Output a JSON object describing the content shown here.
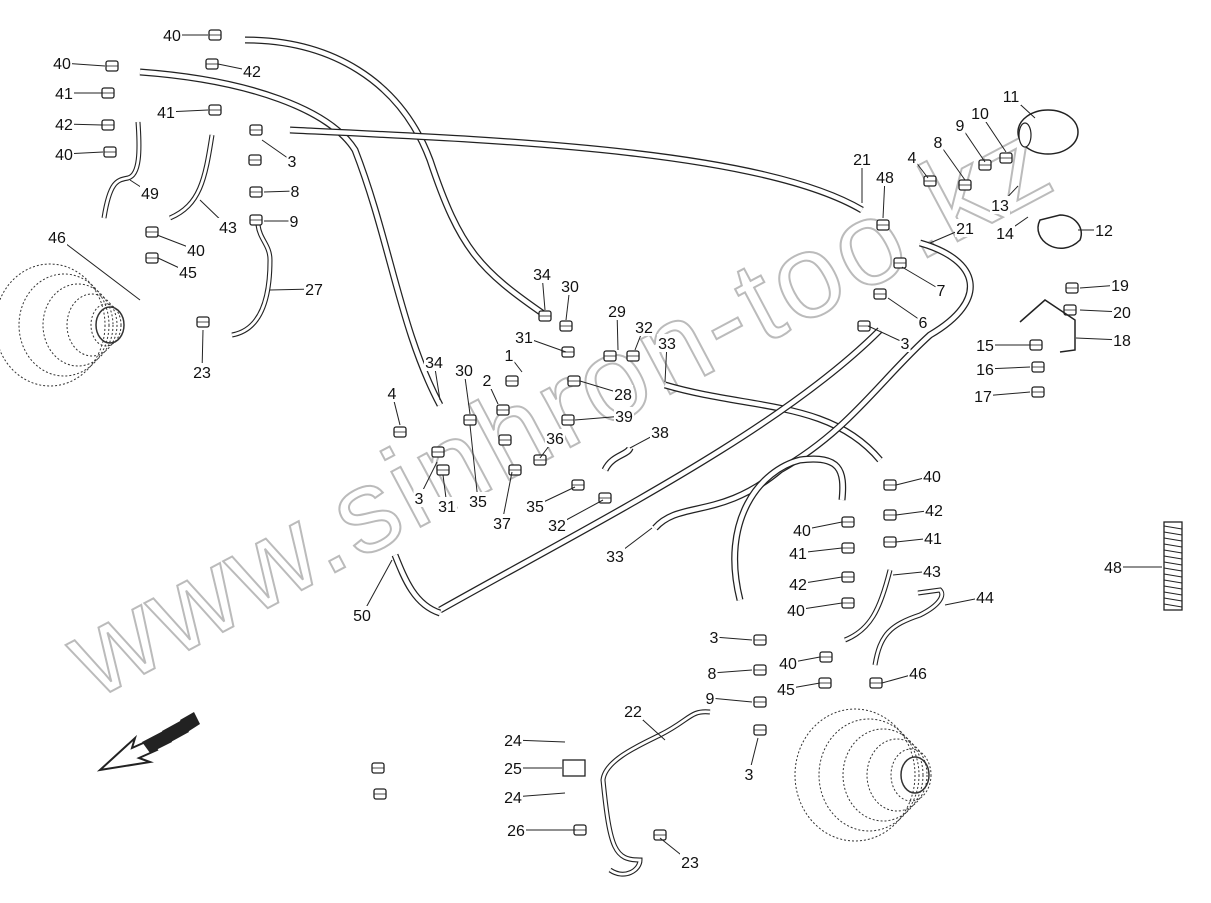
{
  "watermark": "www.sinhron-too.kz",
  "callouts": [
    "1",
    "2",
    "3",
    "3",
    "3",
    "3",
    "3",
    "4",
    "4",
    "6",
    "7",
    "8",
    "8",
    "8",
    "9",
    "9",
    "9",
    "10",
    "11",
    "12",
    "13",
    "14",
    "15",
    "16",
    "17",
    "18",
    "19",
    "20",
    "21",
    "21",
    "22",
    "23",
    "23",
    "24",
    "24",
    "25",
    "26",
    "27",
    "28",
    "29",
    "30",
    "30",
    "31",
    "31",
    "32",
    "32",
    "33",
    "33",
    "34",
    "34",
    "35",
    "35",
    "36",
    "37",
    "38",
    "39",
    "40",
    "40",
    "40",
    "40",
    "40",
    "40",
    "40",
    "40",
    "41",
    "41",
    "41",
    "41",
    "42",
    "42",
    "42",
    "42",
    "43",
    "43",
    "44",
    "45",
    "45",
    "46",
    "46",
    "48",
    "48",
    "49",
    "50"
  ],
  "icons": [
    "direction-arrow-icon"
  ]
}
